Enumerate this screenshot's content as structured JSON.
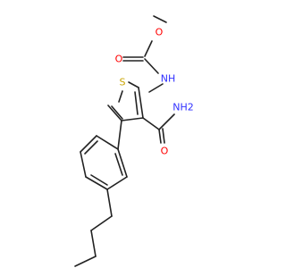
{
  "atoms": {
    "o_ester": "O",
    "o_carbonyl_carbamate": "O",
    "n_carbamate": "NH",
    "s_ring": "S",
    "n_amide": "NH2",
    "o_amide": "O"
  },
  "colors": {
    "bond": "#222222",
    "oxygen": "#ff0000",
    "nitrogen": "#3030ff",
    "sulfur": "#c9a400",
    "background": "#ffffff"
  }
}
